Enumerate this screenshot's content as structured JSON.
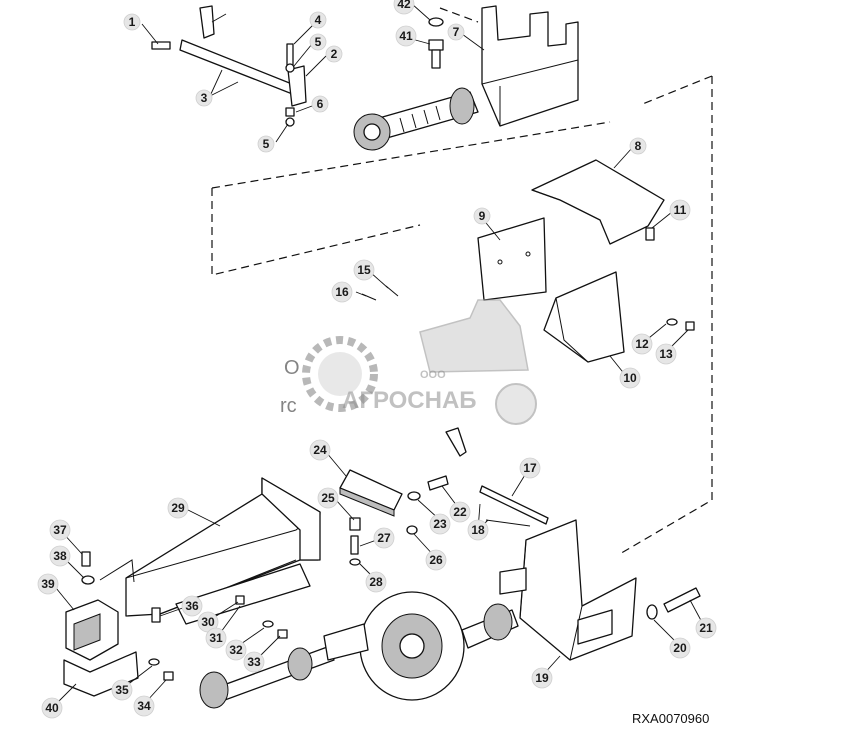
{
  "figure_ref": "RXA0070960",
  "watermark": {
    "text": "АГРОСНАБ",
    "prefix": "ООО"
  },
  "text_fragments": [
    "O",
    "rc"
  ],
  "callouts": [
    {
      "id": "c1",
      "label": "1"
    },
    {
      "id": "c2",
      "label": "2"
    },
    {
      "id": "c3",
      "label": "3"
    },
    {
      "id": "c4",
      "label": "4"
    },
    {
      "id": "c5a",
      "label": "5"
    },
    {
      "id": "c5b",
      "label": "5"
    },
    {
      "id": "c6",
      "label": "6"
    },
    {
      "id": "c7",
      "label": "7"
    },
    {
      "id": "c8",
      "label": "8"
    },
    {
      "id": "c9",
      "label": "9"
    },
    {
      "id": "c10",
      "label": "10"
    },
    {
      "id": "c11",
      "label": "11"
    },
    {
      "id": "c12",
      "label": "12"
    },
    {
      "id": "c13",
      "label": "13"
    },
    {
      "id": "c15",
      "label": "15"
    },
    {
      "id": "c16",
      "label": "16"
    },
    {
      "id": "c17",
      "label": "17"
    },
    {
      "id": "c18",
      "label": "18"
    },
    {
      "id": "c19",
      "label": "19"
    },
    {
      "id": "c20",
      "label": "20"
    },
    {
      "id": "c21",
      "label": "21"
    },
    {
      "id": "c22",
      "label": "22"
    },
    {
      "id": "c23",
      "label": "23"
    },
    {
      "id": "c24",
      "label": "24"
    },
    {
      "id": "c25",
      "label": "25"
    },
    {
      "id": "c26",
      "label": "26"
    },
    {
      "id": "c27",
      "label": "27"
    },
    {
      "id": "c28",
      "label": "28"
    },
    {
      "id": "c29",
      "label": "29"
    },
    {
      "id": "c30",
      "label": "30"
    },
    {
      "id": "c31",
      "label": "31"
    },
    {
      "id": "c32",
      "label": "32"
    },
    {
      "id": "c33",
      "label": "33"
    },
    {
      "id": "c34",
      "label": "34"
    },
    {
      "id": "c35",
      "label": "35"
    },
    {
      "id": "c36",
      "label": "36"
    },
    {
      "id": "c37",
      "label": "37"
    },
    {
      "id": "c38",
      "label": "38"
    },
    {
      "id": "c39",
      "label": "39"
    },
    {
      "id": "c40",
      "label": "40"
    },
    {
      "id": "c41",
      "label": "41"
    },
    {
      "id": "c42",
      "label": "42"
    }
  ]
}
